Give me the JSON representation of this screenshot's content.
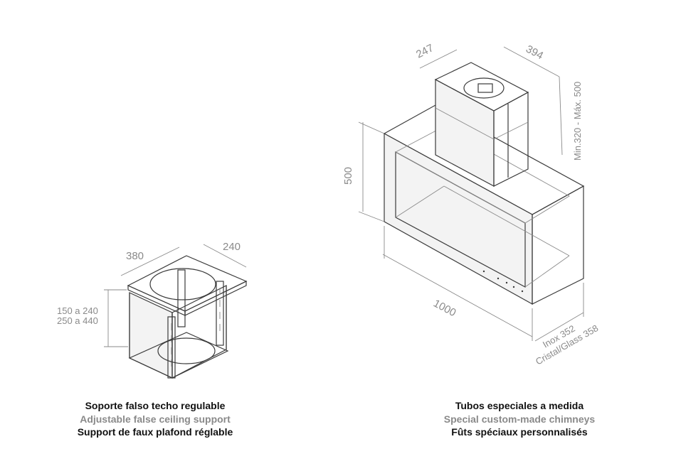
{
  "support": {
    "dim_width": "380",
    "dim_depth": "240",
    "dim_height_1": "150 a 240",
    "dim_height_2": "250 a 440",
    "caption_es": "Soporte falso techo regulable",
    "caption_en": "Adjustable false ceiling support",
    "caption_fr": "Support de faux plafond réglable"
  },
  "hood": {
    "dim_chimney_depth": "247",
    "dim_chimney_width": "394",
    "dim_chimney_height": "Min.320 - Máx. 500",
    "dim_body_height": "500",
    "dim_body_width": "1000",
    "dim_inox": "Inox 352",
    "dim_glass": "Cristal/Glass 358",
    "caption_es": "Tubos especiales a medida",
    "caption_en": "Special custom-made chimneys",
    "caption_fr": "Fûts spéciaux personnalisés"
  },
  "colors": {
    "line": "#3a3a3a",
    "dimension": "#8a8a8a",
    "caption_primary": "#111111",
    "caption_secondary": "#8a8a8a"
  }
}
